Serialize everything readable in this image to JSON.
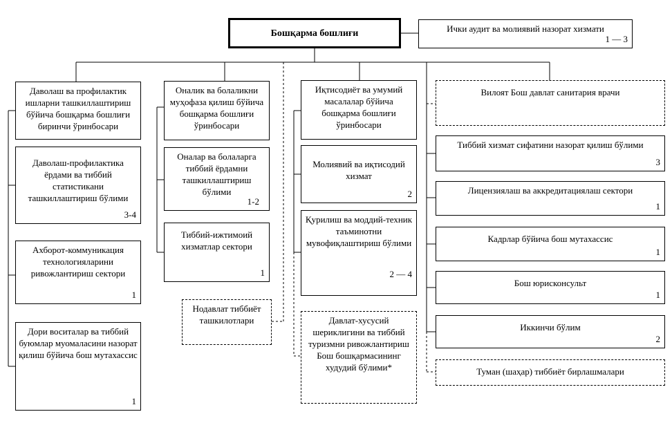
{
  "head": {
    "label": "Бошқарма бошлиғи"
  },
  "audit": {
    "label": "Ички аудит ва молиявий назорат хизмати",
    "num": "1 — 3"
  },
  "col1": {
    "b0": {
      "label": "Даволаш ва профилактик ишларни ташкиллаштириш бўйича бошқарма бошлиғи биринчи ўринбосари"
    },
    "b1": {
      "label": "Даволаш-профилактика ёрдами ва тиббий статистикани ташкиллаштириш бўлими",
      "num": "3-4"
    },
    "b2": {
      "label": "Ахборот-коммуникация технологияларини ривожлантириш сектори",
      "num": "1"
    },
    "b3": {
      "label": "Дори воситалар ва тиббий буюмлар муомаласини назорат қилиш бўйича бош мутахассис",
      "num": "1"
    }
  },
  "col2": {
    "b0": {
      "label": "Оналик ва болаликни муҳофаза қилиш бўйича бошқарма бошлиғи ўринбосари"
    },
    "b1": {
      "label": "Оналар ва болаларга тиббий ёрдамни ташкиллаштириш бўлими",
      "num": "1-2"
    },
    "b2": {
      "label": "Тиббий-ижтимоий хизматлар сектори",
      "num": "1"
    },
    "b3": {
      "label": "Нодавлат тиббиёт ташкилотлари"
    }
  },
  "col3": {
    "b0": {
      "label": "Иқтисодиёт ва умумий масалалар бўйича бошқарма бошлиғи ўринбосари"
    },
    "b1": {
      "label": "Молиявий ва иқтисодий хизмат",
      "num": "2"
    },
    "b2": {
      "label": "Қурилиш ва моддий-техник таъминотни мувофиқлаштириш бўлими",
      "num": "2 — 4"
    },
    "b3": {
      "label": "Давлат-хусусий шериклигини ва тиббий туризмни ривожлантириш Бош бошқармасининг худудий бўлими*"
    }
  },
  "col4": {
    "b0": {
      "label": "Вилоят Бош давлат санитария врачи"
    },
    "b1": {
      "label": "Тиббий хизмат сифатини назорат қилиш бўлими",
      "num": "3"
    },
    "b2": {
      "label": "Лицензиялаш ва аккредитациялаш сектори",
      "num": "1"
    },
    "b3": {
      "label": "Кадрлар бўйича бош мутахассис",
      "num": "1"
    },
    "b4": {
      "label": "Бош юрисконсульт",
      "num": "1"
    },
    "b5": {
      "label": "Иккинчи бўлим",
      "num": "2"
    },
    "b6": {
      "label": "Туман (шаҳар) тиббиёт бирлашмалари"
    }
  }
}
